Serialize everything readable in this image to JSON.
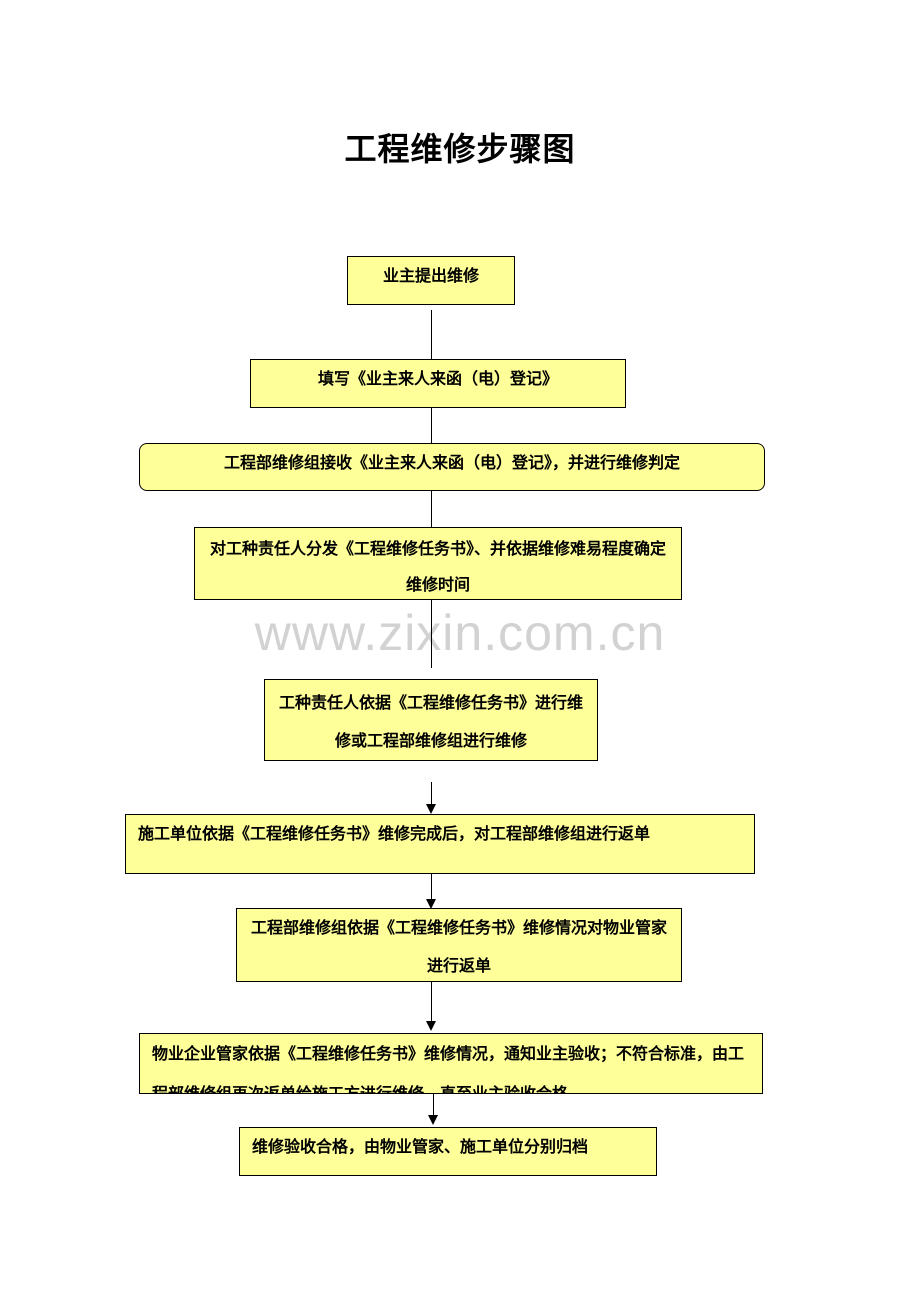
{
  "title": "工程维修步骤图",
  "watermark": "www.zixin.com.cn",
  "steps": [
    {
      "text": "业主提出维修"
    },
    {
      "text": "填写《业主来人来函（电）登记》"
    },
    {
      "text": "工程部维修组接收《业主来人来函（电）登记》，并进行维修判定"
    },
    {
      "text": "对工种责任人分发《工程维修任务书》、并依据维修难易程度确定维修时间"
    },
    {
      "text": "工种责任人依据《工程维修任务书》进行维修或工程部维修组进行维修"
    },
    {
      "text": "施工单位依据《工程维修任务书》维修完成后，对工程部维修组进行返单"
    },
    {
      "text": "工程部维修组依据《工程维修任务书》维修情况对物业管家进行返单"
    },
    {
      "text": "物业企业管家依据《工程维修任务书》维修情况，通知业主验收；不符合标准，由工程部维修组再次返单给施工方进行维修，直至业主验收合格"
    },
    {
      "text": "维修验收合格，由物业管家、施工单位分别归档"
    }
  ]
}
